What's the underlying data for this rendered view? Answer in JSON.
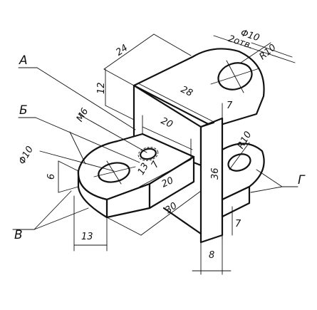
{
  "labels": {
    "a": "А",
    "b": "Б",
    "v": "В",
    "g": "Г"
  },
  "dims": {
    "d24": "24",
    "d12": "12",
    "d28": "28",
    "phi10_top": "Φ10",
    "holes_top": "2отв.",
    "r10_top": "R10",
    "d7a": "7",
    "d20a": "20",
    "m6": "M6",
    "phi10_left": "Φ10",
    "d13a": "13",
    "d7b": "7",
    "d20b": "20",
    "d6": "6",
    "d36": "36",
    "r10_right": "R10",
    "d30": "30",
    "d7c": "7",
    "d13b": "13",
    "d8": "8"
  }
}
